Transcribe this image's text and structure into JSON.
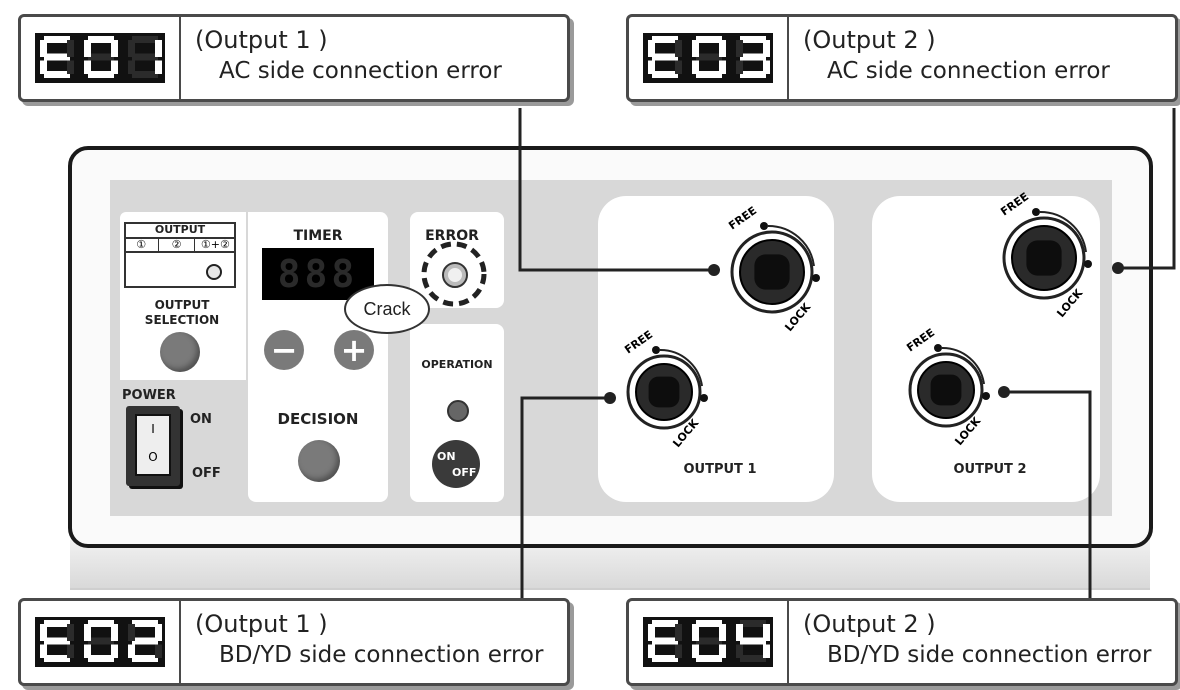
{
  "callouts": [
    {
      "code": "E01",
      "line1": "(Output 1 )",
      "line2": "AC side connection error"
    },
    {
      "code": "E03",
      "line1": "(Output 2 )",
      "line2": "AC side connection error"
    },
    {
      "code": "E02",
      "line1": "(Output 1 )",
      "line2": "BD/YD side connection error"
    },
    {
      "code": "E04",
      "line1": "(Output 2 )",
      "line2": "BD/YD side connection error"
    }
  ],
  "panel": {
    "output_title": "OUTPUT",
    "output_opts": [
      "①",
      "②",
      "①+②"
    ],
    "output_selection": "OUTPUT SELECTION",
    "timer": "TIMER",
    "timer_display": "888",
    "error": "ERROR",
    "crack": "Crack",
    "operation": "OPERATION",
    "onoff_on": "ON",
    "onoff_off": "OFF",
    "minus": "−",
    "plus": "+",
    "decision": "DECISION",
    "power": "POWER",
    "power_on": "ON",
    "power_off": "OFF",
    "switch_i": "I",
    "switch_o": "O",
    "output1": "OUTPUT 1",
    "output2": "OUTPUT 2",
    "free": "FREE",
    "lock": "LOCK"
  }
}
